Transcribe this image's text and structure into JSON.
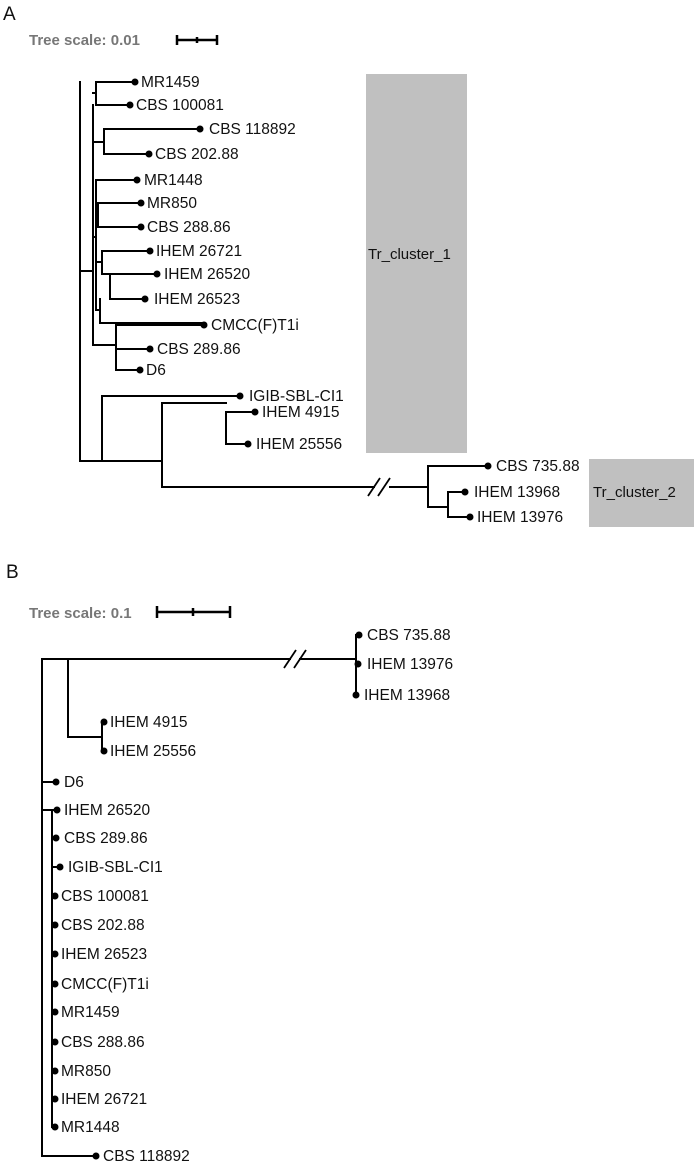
{
  "panels": {
    "a": {
      "letter": "A",
      "tree_scale": "Tree scale: 0.01",
      "clusters": [
        "Tr_cluster_1",
        "Tr_cluster_2"
      ],
      "cluster_fill": "#c0c0c0",
      "leaves": [
        "MR1459",
        "CBS 100081",
        "CBS 118892",
        "CBS 202.88",
        "MR1448",
        "MR850",
        "CBS 288.86",
        "IHEM 26721",
        "IHEM 26520",
        "IHEM 26523",
        "CMCC(F)T1i",
        "CBS 289.86",
        "D6",
        "IGIB-SBL-CI1",
        "IHEM 4915",
        "IHEM 25556",
        "CBS 735.88",
        "IHEM 13968",
        "IHEM 13976"
      ]
    },
    "b": {
      "letter": "B",
      "tree_scale": "Tree scale: 0.1",
      "leaves": [
        "CBS 735.88",
        "IHEM 13976",
        "IHEM 13968",
        "IHEM 4915",
        "IHEM 25556",
        "D6",
        "IHEM 26520",
        "CBS 289.86",
        "IGIB-SBL-CI1",
        "CBS 100081",
        "CBS 202.88",
        "IHEM 26523",
        "CMCC(F)T1i",
        "MR1459",
        "CBS 288.86",
        "MR850",
        "IHEM 26721",
        "MR1448",
        "CBS 118892"
      ]
    }
  }
}
